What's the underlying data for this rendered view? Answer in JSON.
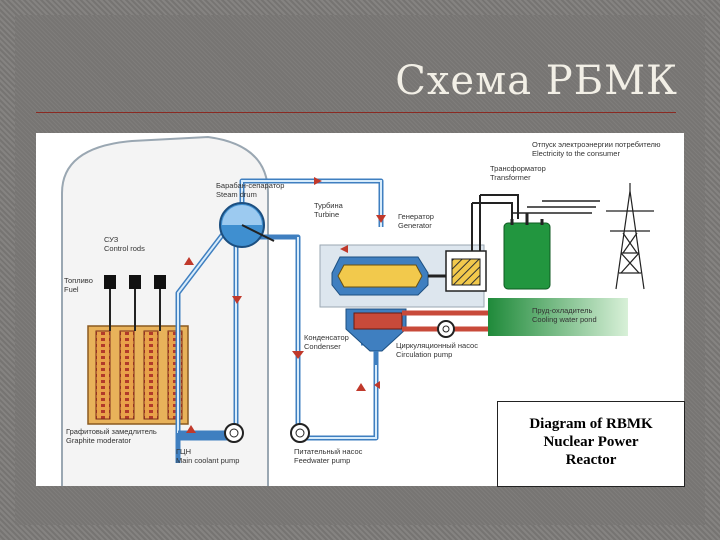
{
  "slide": {
    "title": "Схема РБМК"
  },
  "diagram": {
    "labels": {
      "steam_drum": [
        "Барабан-сепаратор",
        "Steam drum"
      ],
      "control_rods": [
        "СУЗ",
        "Control rods"
      ],
      "fuel": [
        "Топливо",
        "Fuel"
      ],
      "graphite": [
        "Графитовый замедлитель",
        "Graphite moderator"
      ],
      "main_pump": [
        "ГЦН",
        "Main coolant pump"
      ],
      "feedwater_pump": [
        "Питательный насос",
        "Feedwater pump"
      ],
      "turbine": [
        "Турбина",
        "Turbine"
      ],
      "generator": [
        "Генератор",
        "Generator"
      ],
      "transformer": [
        "Трансформатор",
        "Transformer"
      ],
      "electricity": [
        "Отпуск электроэнергии потребителю",
        "Electricity to the consumer"
      ],
      "condenser": [
        "Конденсатор",
        "Condenser"
      ],
      "circulation_pump": [
        "Циркуляционный насос",
        "Circulation pump"
      ],
      "cooling_pond": [
        "Пруд-охладитель",
        "Cooling water pond"
      ]
    },
    "caption": [
      "Diagram of RBMK",
      "Nuclear Power",
      "Reactor"
    ]
  }
}
